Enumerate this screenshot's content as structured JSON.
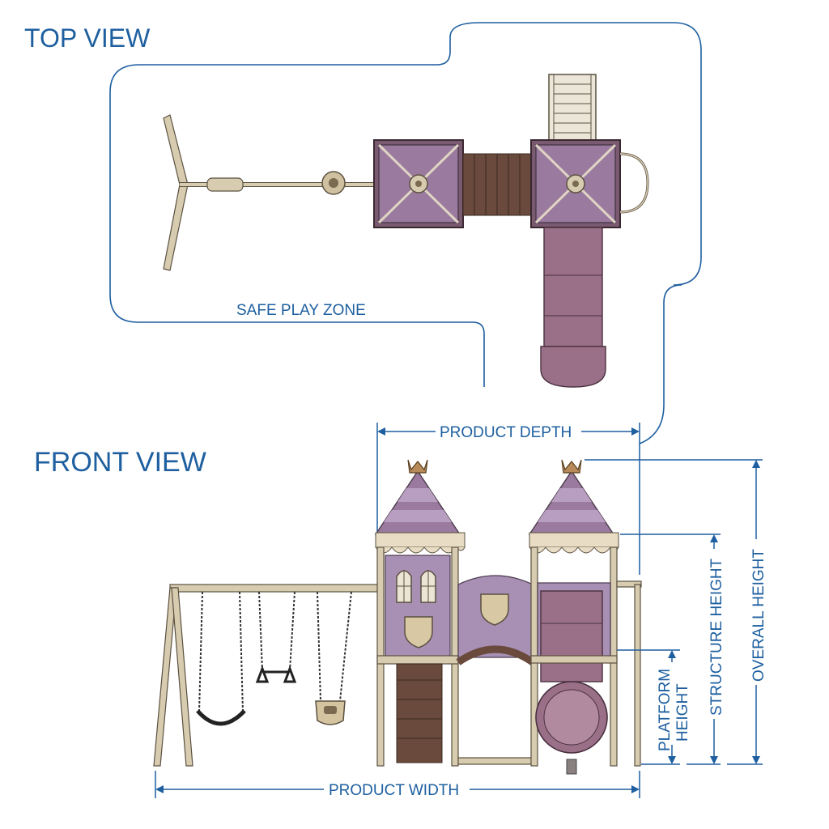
{
  "views": {
    "top_title": "TOP VIEW",
    "front_title": "FRONT VIEW"
  },
  "labels": {
    "safe_play_zone": "SAFE PLAY ZONE",
    "product_depth": "PRODUCT DEPTH",
    "product_width": "PRODUCT WIDTH",
    "overall_height": "OVERALL HEIGHT",
    "structure_height": "STRUCTURE HEIGHT",
    "platform_height_line1": "PLATFORM",
    "platform_height_line2": "HEIGHT"
  },
  "colors": {
    "annotation_blue": "#1e5fa0",
    "roof_purple": "#9a7a9e",
    "frame_tan": "#d8ccb0",
    "deck_brown": "#6a4a3c",
    "slide_mauve": "#9a7088"
  }
}
